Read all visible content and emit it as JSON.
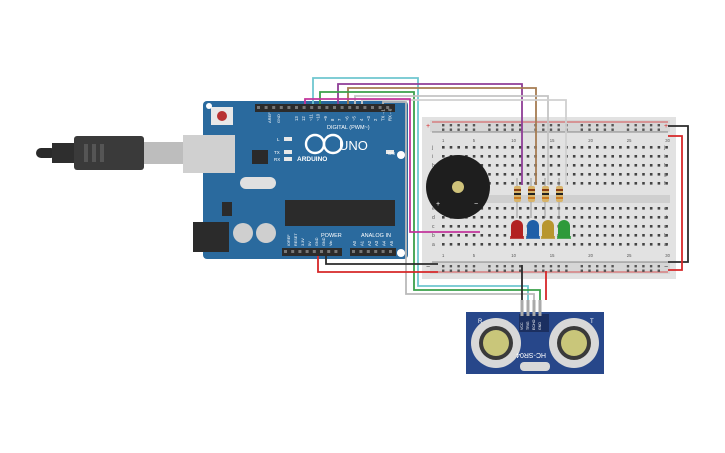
{
  "arduino": {
    "brand": "ARDUINO",
    "model": "UNO",
    "digital_label": "DIGITAL (PWM~)",
    "power_label": "POWER",
    "analog_label": "ANALOG IN",
    "on_label": "ON",
    "l_label": "L",
    "tx_label": "TX",
    "rx_label": "RX",
    "aref_label": "AREF",
    "gnd_label": "GND",
    "top_pins": [
      "13",
      "12",
      "~11",
      "~10",
      "~9",
      "8",
      "7",
      "~6",
      "~5",
      "4",
      "~3",
      "2",
      "TX→1",
      "RX←0"
    ],
    "power_pins": [
      "IOREF",
      "RESET",
      "3.3V",
      "5V",
      "GND",
      "GND",
      "Vin"
    ],
    "analog_pins": [
      "A0",
      "A1",
      "A2",
      "A3",
      "A4",
      "A5"
    ]
  },
  "sensor": {
    "model": "HC-SR04",
    "left_mark": "R",
    "right_mark": "T",
    "pins": [
      "VCC",
      "TRIG",
      "ECHO",
      "GND"
    ]
  },
  "breadboard": {
    "row_letters_top": [
      "j",
      "i",
      "h",
      "g",
      "f"
    ],
    "row_letters_bottom": [
      "e",
      "d",
      "c",
      "b",
      "a"
    ],
    "plus": "+",
    "minus": "−",
    "col_labels": [
      "1",
      "5",
      "10",
      "15",
      "20",
      "25",
      "30"
    ]
  },
  "buzzer": {
    "plus": "+",
    "minus": "−"
  },
  "leds": {
    "colors": [
      "#b22222",
      "#1f5fa8",
      "#b8962e",
      "#2e9a3a"
    ]
  },
  "wire_colors": {
    "cyan": "#6fc6cf",
    "purple": "#8e3d96",
    "brown": "#a67c52",
    "green": "#3aa04a",
    "grey": "#b9b9b9",
    "magenta": "#c2349b",
    "black": "#2b2b2b",
    "red": "#d62728"
  }
}
